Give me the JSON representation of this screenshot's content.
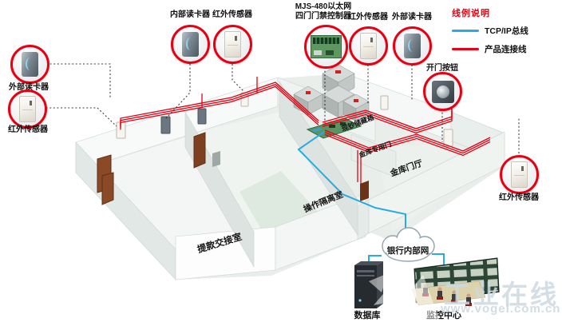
{
  "legend": {
    "title": "线例说明",
    "items": [
      {
        "name": "tcpip-bus",
        "label": "TCP/IP总线",
        "color": "#29abe2"
      },
      {
        "name": "product-connection",
        "label": "产品连接线",
        "color": "#e60012"
      }
    ]
  },
  "callouts": {
    "external_reader_left": "外部读卡器",
    "ir_sensor_left": "红外传感器",
    "internal_reader_top": "内部读卡器",
    "ir_sensor_top_left": "红外传感器",
    "controller_title_line1": "MJS-480以太网",
    "controller_title_line2": "四门门禁控制器",
    "ir_sensor_top_right": "红外传感器",
    "external_reader_top": "外部读卡器",
    "open_door_button": "开门按钮",
    "ir_sensor_right": "红外传感器"
  },
  "rooms": {
    "cash_handover_room": "提款交接室",
    "operation_isolation_room": "操作隔离室",
    "cash_storage_boxes": "现钞储藏箱",
    "vault_dedicated_door": "金库专用门",
    "vault_lobby": "金库门厅"
  },
  "network": {
    "cloud_label": "银行内部网",
    "database_label": "数据库",
    "monitor_center_label": "监控中心"
  },
  "watermark": {
    "brand": "工业在线",
    "url": "www.vogel.com.cn"
  }
}
